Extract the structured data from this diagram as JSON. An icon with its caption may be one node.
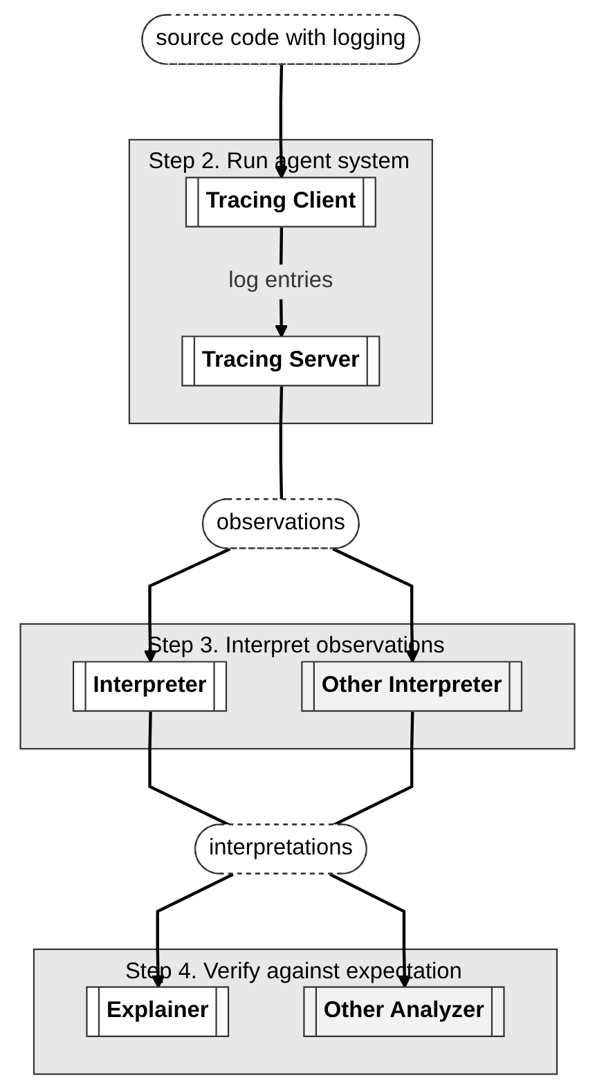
{
  "diagram": {
    "nodes": [
      {
        "text": [
          "source code with logging"
        ]
      },
      {
        "text": [
          "Step 2. Run agent system"
        ]
      },
      {
        "text": [
          "Tracing Client"
        ],
        "in": 1
      },
      {
        "text": [
          "Tracing Server"
        ],
        "in": 1
      },
      {
        "text": [
          "observations"
        ]
      },
      {
        "text": [
          "Step 3. Interpret observations"
        ]
      },
      {
        "text": [
          "Interpreter"
        ],
        "in": 5
      },
      {
        "text": [
          "Other Interpreter"
        ],
        "in": 5
      },
      {
        "text": [
          "interpretations"
        ]
      },
      {
        "text": [
          "Step 4. Verify against expectation"
        ]
      },
      {
        "text": [
          "Explainer"
        ],
        "in": 9
      },
      {
        "text": [
          "Other Analyzer"
        ],
        "in": 9
      }
    ],
    "edges": [
      {
        "from": 0,
        "to": 2,
        "arrow": "to"
      },
      {
        "from": 2,
        "to": 3,
        "label": "log entries",
        "arrow": "to"
      },
      {
        "from": 3,
        "to": 4,
        "arrow": "none"
      },
      {
        "from": 4,
        "to": 6,
        "arrow": "to"
      },
      {
        "from": 4,
        "to": 7,
        "arrow": "to"
      },
      {
        "from": 6,
        "to": 8,
        "arrow": "none"
      },
      {
        "from": 7,
        "to": 8,
        "arrow": "none"
      },
      {
        "from": 8,
        "to": 10,
        "arrow": "to"
      },
      {
        "from": 8,
        "to": 11,
        "arrow": "to"
      }
    ]
  }
}
